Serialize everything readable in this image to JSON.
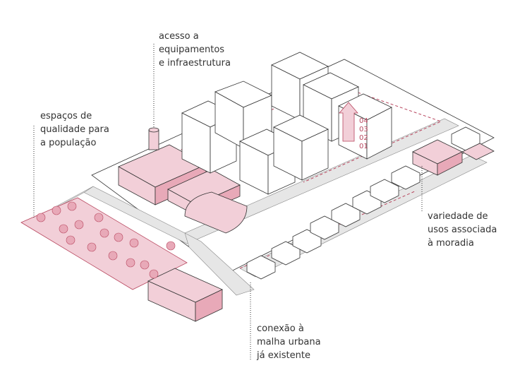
{
  "labels": {
    "acesso": [
      "acesso a",
      "equipamentos",
      "e infraestrutura"
    ],
    "espacos": [
      "espaços de",
      "qualidade para",
      "a população"
    ],
    "variedade": [
      "variedade de",
      "usos associada",
      "à moradia"
    ],
    "conexao": [
      "conexão à",
      "malha urbana",
      "já existente"
    ]
  },
  "floor_numbers": [
    "04",
    "03",
    "02",
    "01"
  ],
  "colors": {
    "pink_fill": "#f2cfd8",
    "pink_dark": "#e8a9b8",
    "accent": "#b8475f",
    "street": "#e6e6e6",
    "line": "#333333"
  }
}
